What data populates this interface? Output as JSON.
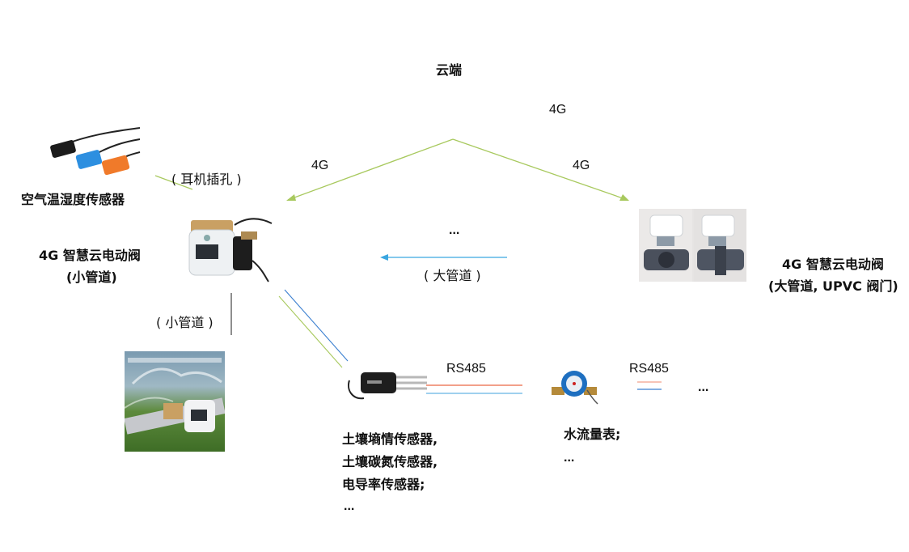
{
  "cloud": {
    "label": "云端"
  },
  "links": {
    "top_4g": "4G",
    "left_4g": "4G",
    "right_4g": "4G",
    "ellipsis_mid": "...",
    "big_pipe": "( 大管道 )",
    "small_pipe": "( 小管道 )",
    "earphone_jack": "( 耳机插孔 )",
    "rs485_a": "RS485",
    "rs485_b": "RS485",
    "ellipsis_end": "..."
  },
  "devices": {
    "air_sensor": "空气温湿度传感器",
    "valve_small_line1": "4G 智慧云电动阀",
    "valve_small_line2": "(小管道)",
    "valve_big_line1": "4G 智慧云电动阀",
    "valve_big_line2": "(大管道, UPVC 阀门)",
    "soil_line1": "土壤墒情传感器,",
    "soil_line2": "土壤碳氮传感器,",
    "soil_line3": "电导率传感器;",
    "soil_line4": "...",
    "flow_line1": "水流量表;",
    "flow_line2": "..."
  },
  "colors": {
    "green_line": "#a8c95e",
    "blue_line": "#3aa6e0",
    "red_line": "#f2a08a",
    "dark_line": "#444444"
  }
}
